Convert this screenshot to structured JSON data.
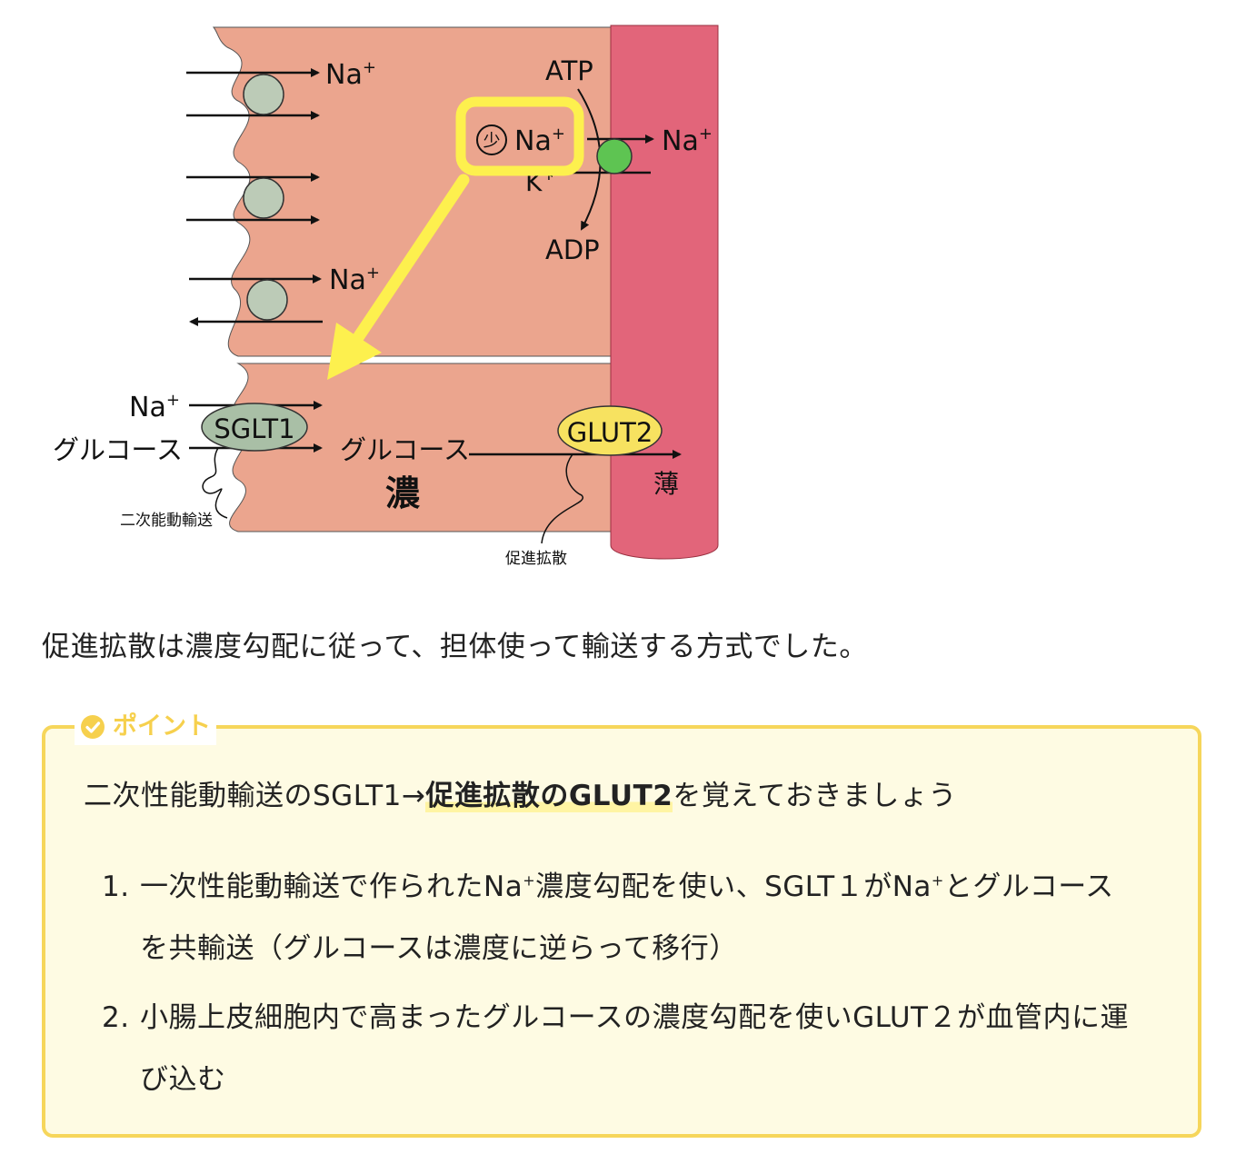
{
  "diagram": {
    "labels": {
      "na_top": "Na",
      "na_mid": "Na",
      "na_left": "Na",
      "na_right": "Na",
      "na_pump": "Na",
      "plus": "+",
      "atp": "ATP",
      "adp": "ADP",
      "k": "K",
      "low_mark": "少",
      "sglt1": "SGLT1",
      "glut2": "GLUT2",
      "glucose_left": "グルコース",
      "glucose_mid": "グルコース",
      "high_conc": "濃",
      "low_conc": "薄",
      "secondary_active": "二次能動輸送",
      "facilitated": "促進拡散"
    },
    "colors": {
      "cell": "#eba58e",
      "vessel": "#e2657a",
      "transporter": "#bccbb7",
      "pump": "#5ec452",
      "highlight": "#fdf04e",
      "glut2": "#f7e260",
      "sglt1": "#a9bfa6"
    }
  },
  "intro_text": "促進拡散は濃度勾配に従って、担体使って輸送する方式でした。",
  "point": {
    "title": "ポイント",
    "title_icon": "check-circle-icon",
    "lead_prefix": "二次性能動輸送のSGLT1→",
    "lead_bold": "促進拡散のGLUT2",
    "lead_suffix": "を覚えておきましょう",
    "items": [
      {
        "num": "1.",
        "part1": "一次性能動輸送で作られたNa",
        "sup1": "+",
        "part2": "濃度勾配を使い、SGLT１がNa",
        "sup2": "+",
        "part3": "とグルコースを共輸送（グルコースは濃度に逆らって移行）"
      },
      {
        "num": "2.",
        "text": "小腸上皮細胞内で高まったグルコースの濃度勾配を使いGLUT２が血管内に運び込む"
      }
    ]
  }
}
